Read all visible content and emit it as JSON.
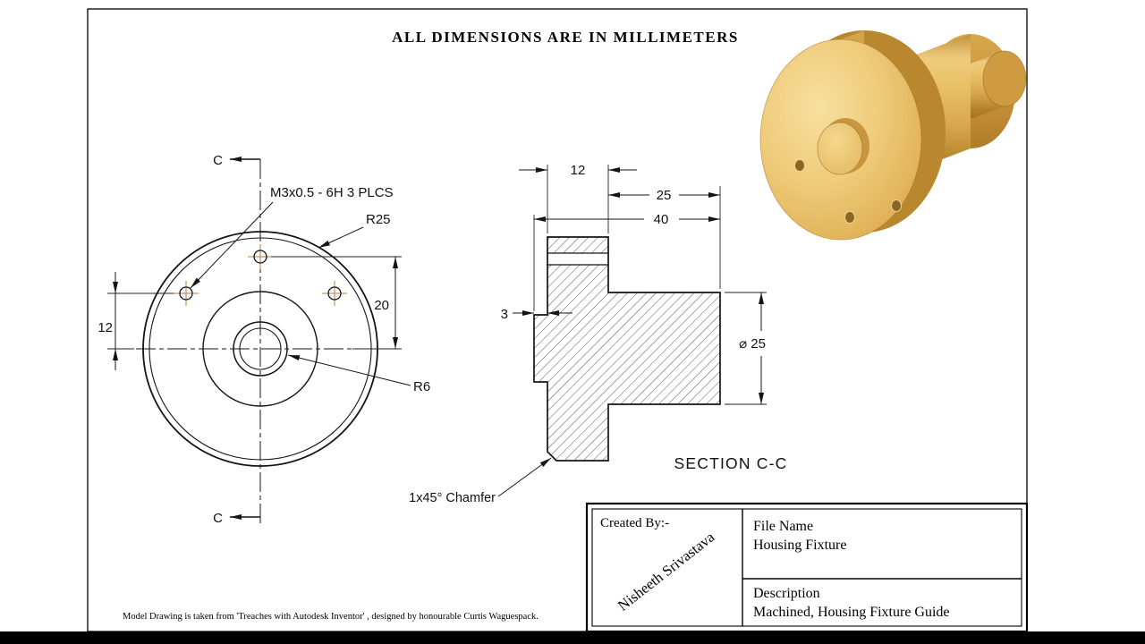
{
  "sheet": {
    "title": "ALL DIMENSIONS ARE IN MILLIMETERS",
    "attribution": "Model Drawing is taken from 'Treaches with Autodesk Inventor' , designed by honourable Curtis Waguespack."
  },
  "front_view": {
    "section_letter_top": "C",
    "section_letter_bottom": "C",
    "thread_note": "M3x0.5 - 6H 3 PLCS",
    "outer_radius_label": "R25",
    "bore_radius_label": "R6",
    "hole_height_dim": "20",
    "hole_offset_dim": "12"
  },
  "section_view": {
    "caption": "SECTION C-C",
    "flange_thickness_dim": "12",
    "boss_length_dim": "25",
    "overall_length_dim": "40",
    "step_dim": "3",
    "boss_diameter_dim": "⌀ 25",
    "chamfer_note": "1x45° Chamfer"
  },
  "title_block": {
    "created_by_label": "Created By:-",
    "created_by_name": "Nisheeth Srivastava",
    "file_name_label": "File Name",
    "file_name_value": "Housing Fixture",
    "description_label": "Description",
    "description_value": "Machined, Housing Fixture Guide"
  },
  "iso_view": {
    "part_color": "#E8BD62",
    "part_color_dark": "#B9872E",
    "part_color_light": "#F5DA93"
  },
  "style": {
    "line_color": "#141414",
    "center_mark_color": "#B5823C",
    "letterbox_color": "#000000"
  }
}
